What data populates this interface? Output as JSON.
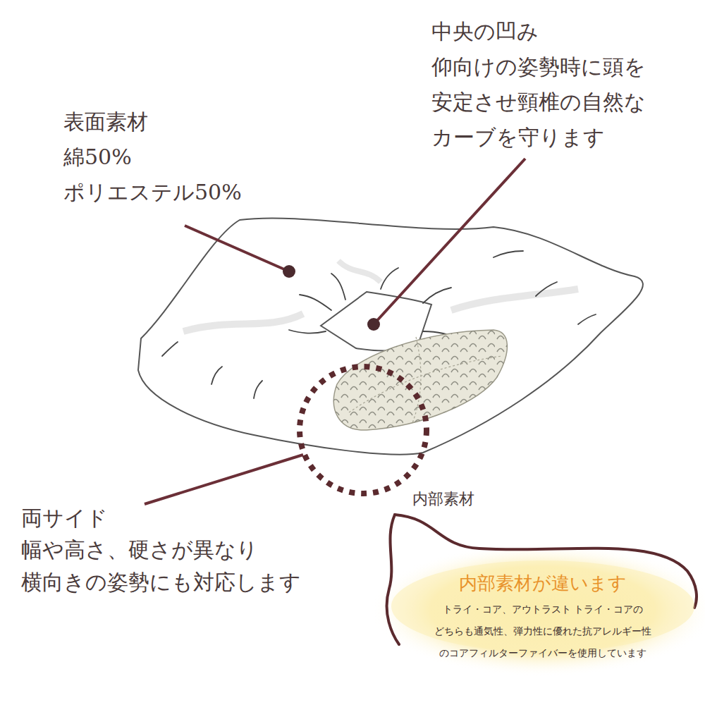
{
  "diagram": {
    "nodes": [
      {
        "text": [
          "内部素材が違います",
          "トライ・コア、アウトラスト トライ・コアの どちらも通気性、弾力性に優れた抗アレルギー性 のコアフィルターファイバーを使用しています"
        ]
      }
    ],
    "labels": [
      "中央の凹み",
      "仰向けの姿勢時に頭を 安定させ頸椎の自然な カーブを守ります",
      "表面素材",
      "綿50% ポリエステル50%",
      "両サイド",
      "幅や高さ、硬さが異なり 横向きの姿勢にも対応します",
      "内部素材"
    ]
  }
}
